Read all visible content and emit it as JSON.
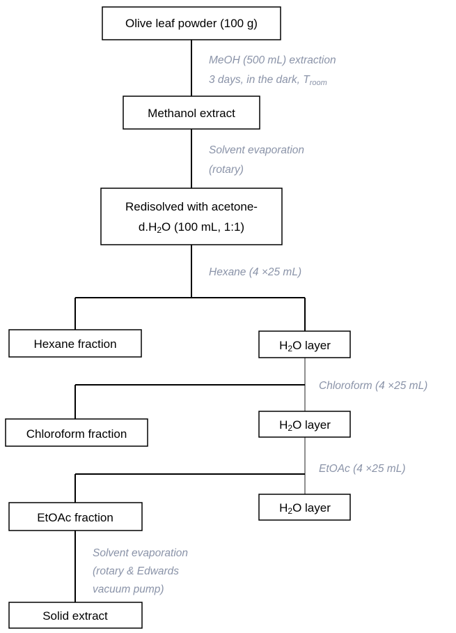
{
  "nodes": {
    "olive_leaf": "Olive leaf powder (100 g)",
    "methanol_extract": "Methanol extract",
    "redissolved_line1": "Redisolved with acetone-",
    "redissolved_line2_pre": "d.H",
    "redissolved_line2_sub": "2",
    "redissolved_line2_post": "O (100 mL, 1:1)",
    "hexane_fraction": "Hexane fraction",
    "h2o_layer_1_pre": "H",
    "h2o_layer_1_sub": "2",
    "h2o_layer_1_post": "O layer",
    "chloroform_fraction": "Chloroform fraction",
    "h2o_layer_2_pre": "H",
    "h2o_layer_2_sub": "2",
    "h2o_layer_2_post": "O layer",
    "etoac_fraction": "EtOAc fraction",
    "h2o_layer_3_pre": "H",
    "h2o_layer_3_sub": "2",
    "h2o_layer_3_post": "O layer",
    "solid_extract": "Solid extract"
  },
  "annotations": {
    "meoh_line1": "MeOH (500 mL) extraction",
    "meoh_line2_pre": "3 days, in the dark, T",
    "meoh_line2_sub": "room",
    "evap1_line1": "Solvent evaporation",
    "evap1_line2": "(rotary)",
    "hexane_step": "Hexane (4 ×25 mL)",
    "chloroform_step": "Chloroform (4 ×25 mL)",
    "etoac_step": "EtOAc (4 ×25 mL)",
    "evap2_line1": "Solvent evaporation",
    "evap2_line2": "(rotary & Edwards",
    "evap2_line3": "vacuum pump)"
  }
}
